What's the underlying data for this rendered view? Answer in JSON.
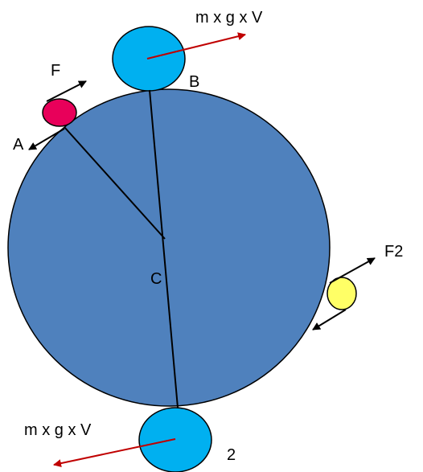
{
  "labels": {
    "top_force": "m x g x V",
    "bottom_force": "m x g x V",
    "force_f": "F",
    "force_f2": "F2",
    "point_a": "A",
    "point_b": "B",
    "point_c": "C",
    "point_2": "2"
  },
  "colors": {
    "main_circle": "#4f81bd",
    "outline": "#000000",
    "blue_ball": "#00b0f0",
    "red_ball": "#e8005a",
    "yellow_ball": "#ffff66",
    "weight_arrow": "#c00000",
    "force_arrow": "#000000"
  }
}
